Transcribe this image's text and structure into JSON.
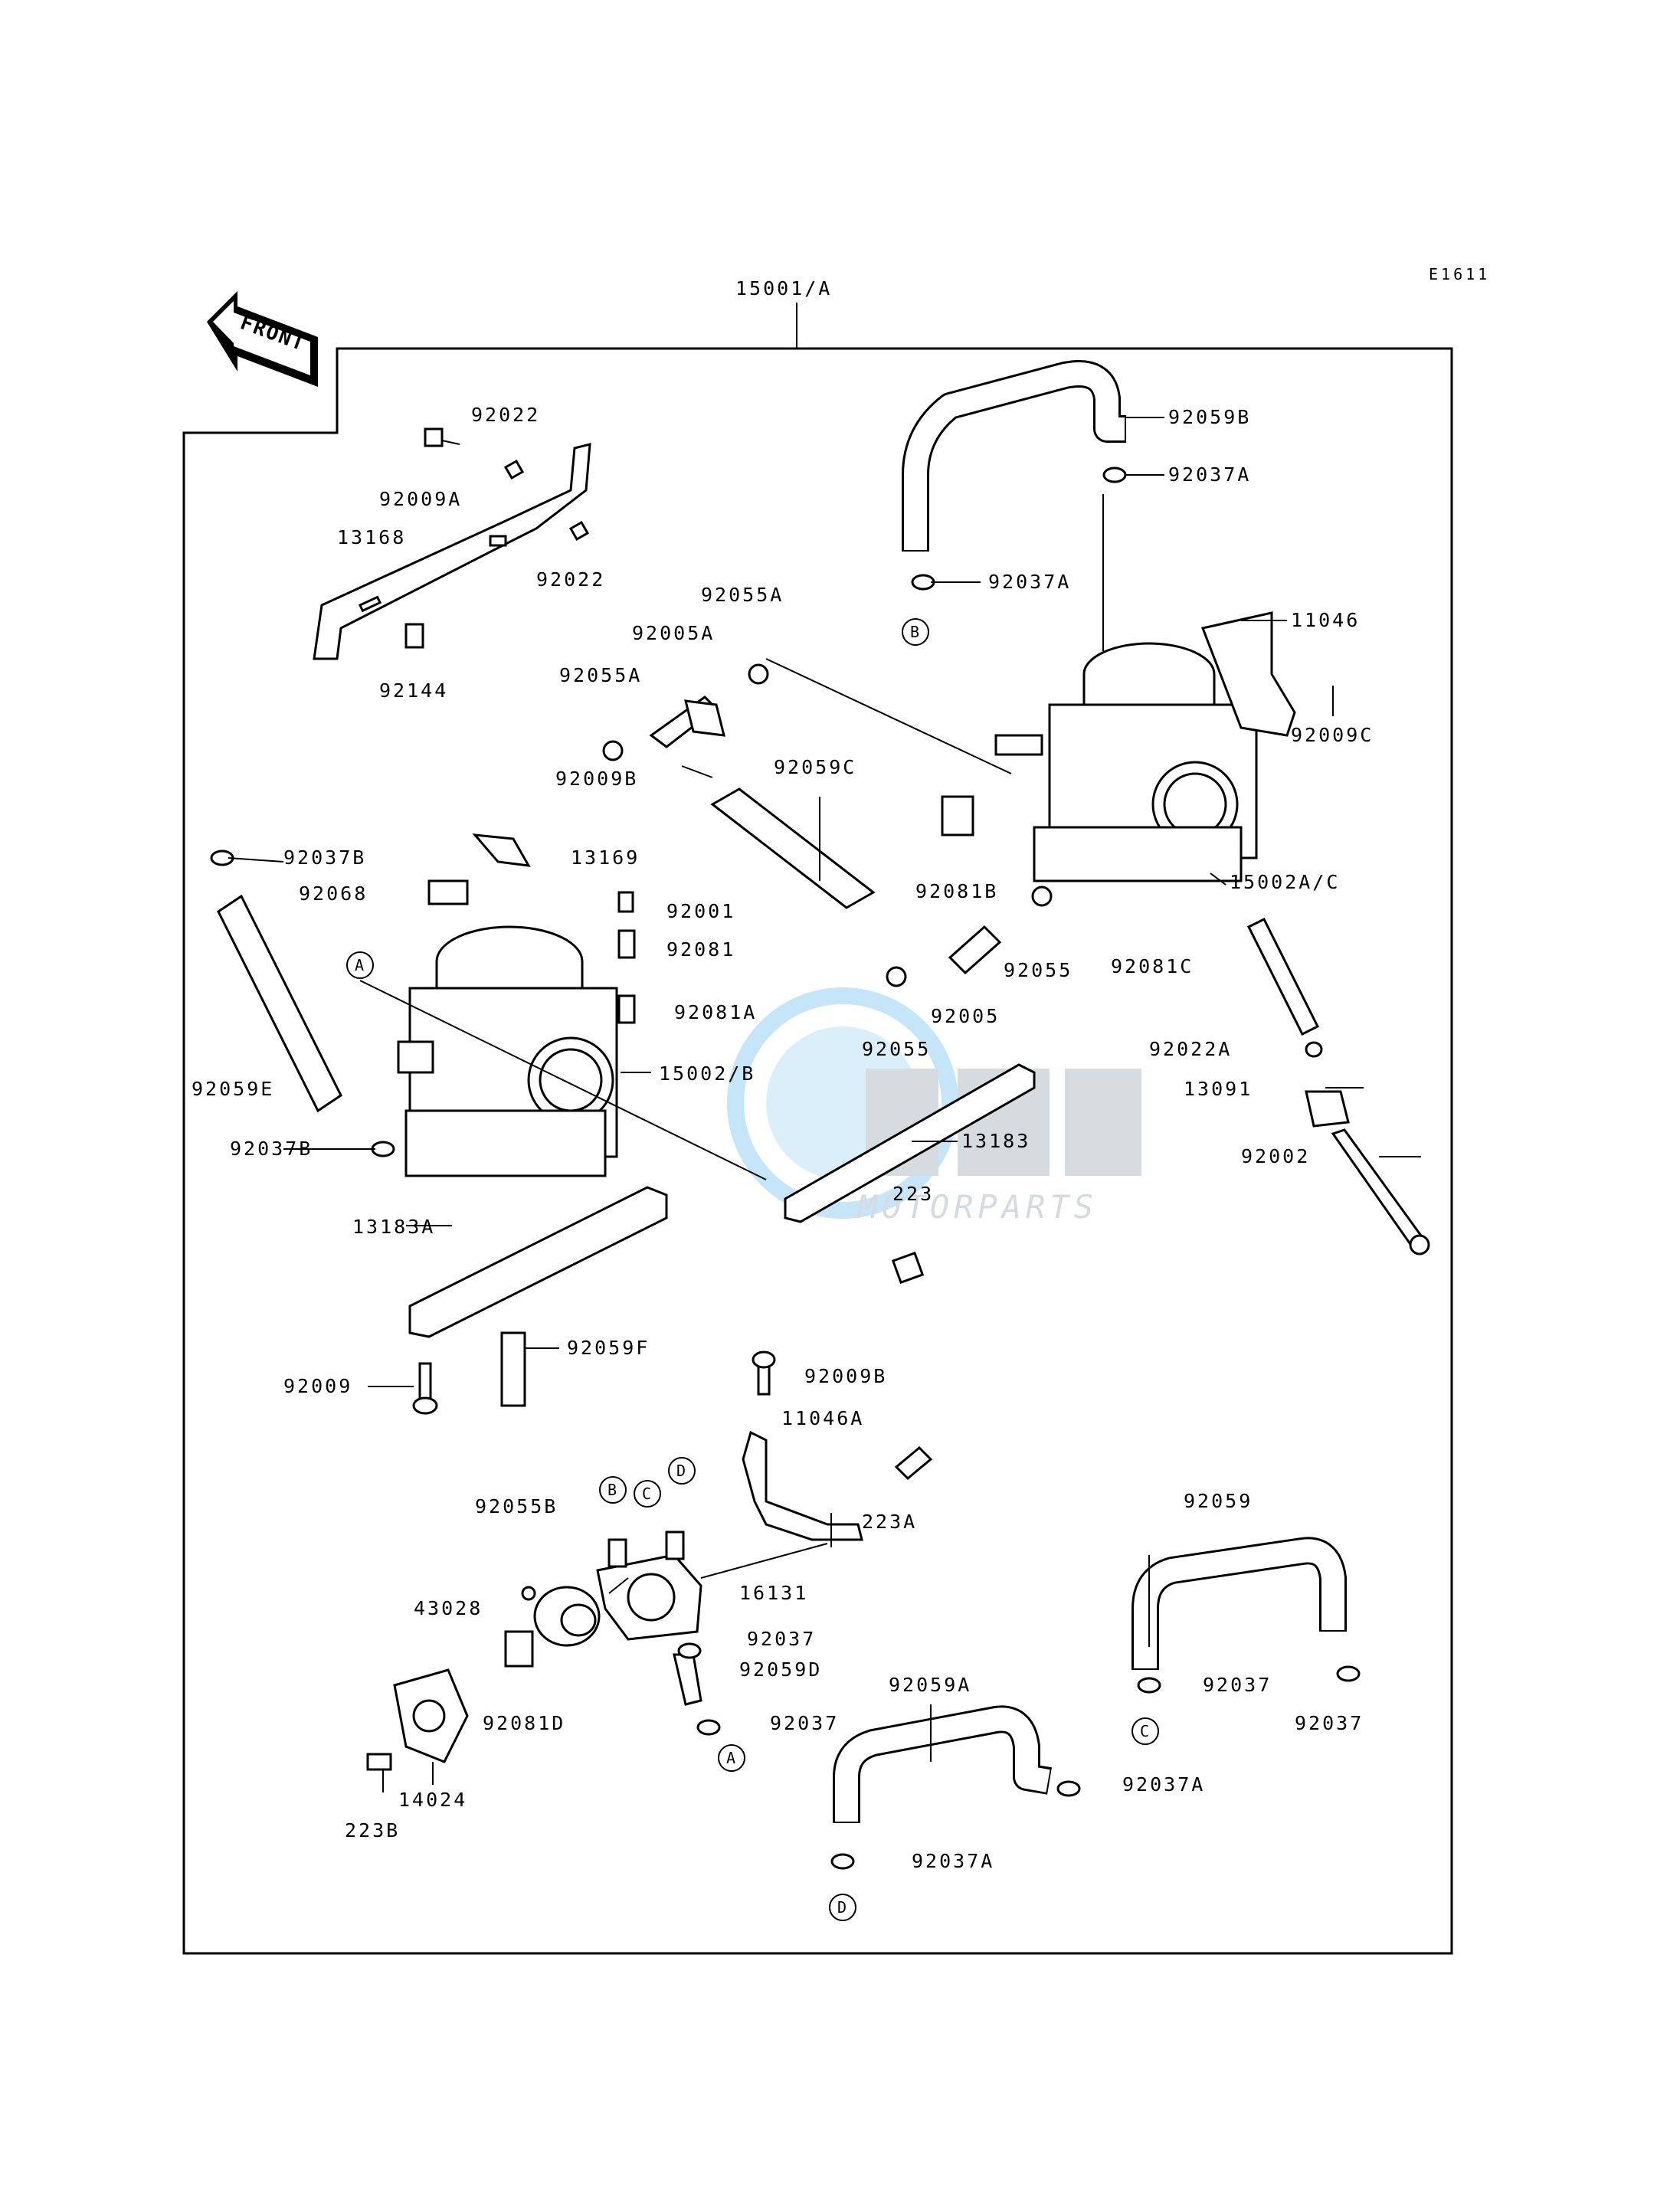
{
  "diagram_code": "E1611",
  "front_label": "FRONT",
  "assembly": "15001/A",
  "circles": {
    "A": "A",
    "B": "B",
    "C": "C",
    "D": "D"
  },
  "labels": {
    "l92022a": "92022",
    "l92009A": "92009A",
    "l13168": "13168",
    "l92022b": "92022",
    "l92144": "92144",
    "l92055A_top": "92055A",
    "l92005A": "92005A",
    "l92055A_mid": "92055A",
    "l92009B_top": "92009B",
    "l92059C": "92059C",
    "l92059B": "92059B",
    "l92037A_top": "92037A",
    "l92037A_mid": "92037A",
    "l11046": "11046",
    "l92009C": "92009C",
    "l15002AC": "15002A/C",
    "l92037B_top": "92037B",
    "l13169": "13169",
    "l92068": "92068",
    "l92001": "92001",
    "l92081": "92081",
    "l92081A": "92081A",
    "l92081B": "92081B",
    "l92055_r": "92055",
    "l92081C": "92081C",
    "l92005": "92005",
    "l92055_c": "92055",
    "l92022A": "92022A",
    "l13091": "13091",
    "l92059E": "92059E",
    "l15002B": "15002/B",
    "l13183": "13183",
    "l92037B_low": "92037B",
    "l223": "223",
    "l92002": "92002",
    "l13183A": "13183A",
    "l92059F": "92059F",
    "l92009": "92009",
    "l92009B_low": "92009B",
    "l11046A": "11046A",
    "l223A": "223A",
    "l92055B": "92055B",
    "l92059": "92059",
    "l43028": "43028",
    "l16131": "16131",
    "l92037_a": "92037",
    "l92059D": "92059D",
    "l92059A": "92059A",
    "l92037_b": "92037",
    "l92037_c": "92037",
    "l92037_d": "92037",
    "l92081D": "92081D",
    "l92037A_r": "92037A",
    "l14024": "14024",
    "l223B": "223B",
    "l92037A_bot": "92037A"
  },
  "watermark": {
    "brand": "MOTORPARTS"
  }
}
